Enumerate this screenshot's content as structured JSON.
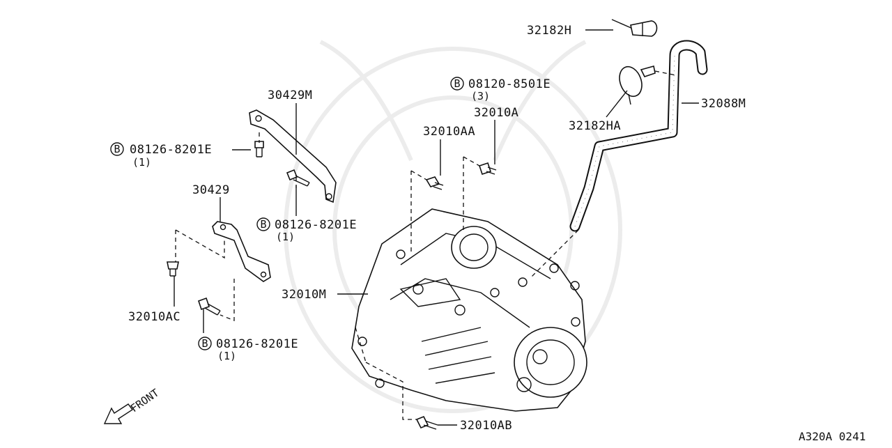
{
  "parts": {
    "p32182H": "32182H",
    "p32088M": "32088M",
    "p32182HA": "32182HA",
    "p30429M": "30429M",
    "p30429": "30429",
    "p32010A": "32010A",
    "p32010AA": "32010AA",
    "p32010AB": "32010AB",
    "p32010AC": "32010AC",
    "p32010M": "32010M"
  },
  "bolts": {
    "b1": {
      "marker": "B",
      "code": "08126-8201E",
      "qty": "(1)"
    },
    "b2": {
      "marker": "B",
      "code": "08126-8201E",
      "qty": "(1)"
    },
    "b3": {
      "marker": "B",
      "code": "08126-8201E",
      "qty": "(1)"
    },
    "b4": {
      "marker": "B",
      "code": "08120-8501E",
      "qty": "(3)"
    }
  },
  "front_label": "FRONT",
  "diagram_code": "A320A 0241"
}
